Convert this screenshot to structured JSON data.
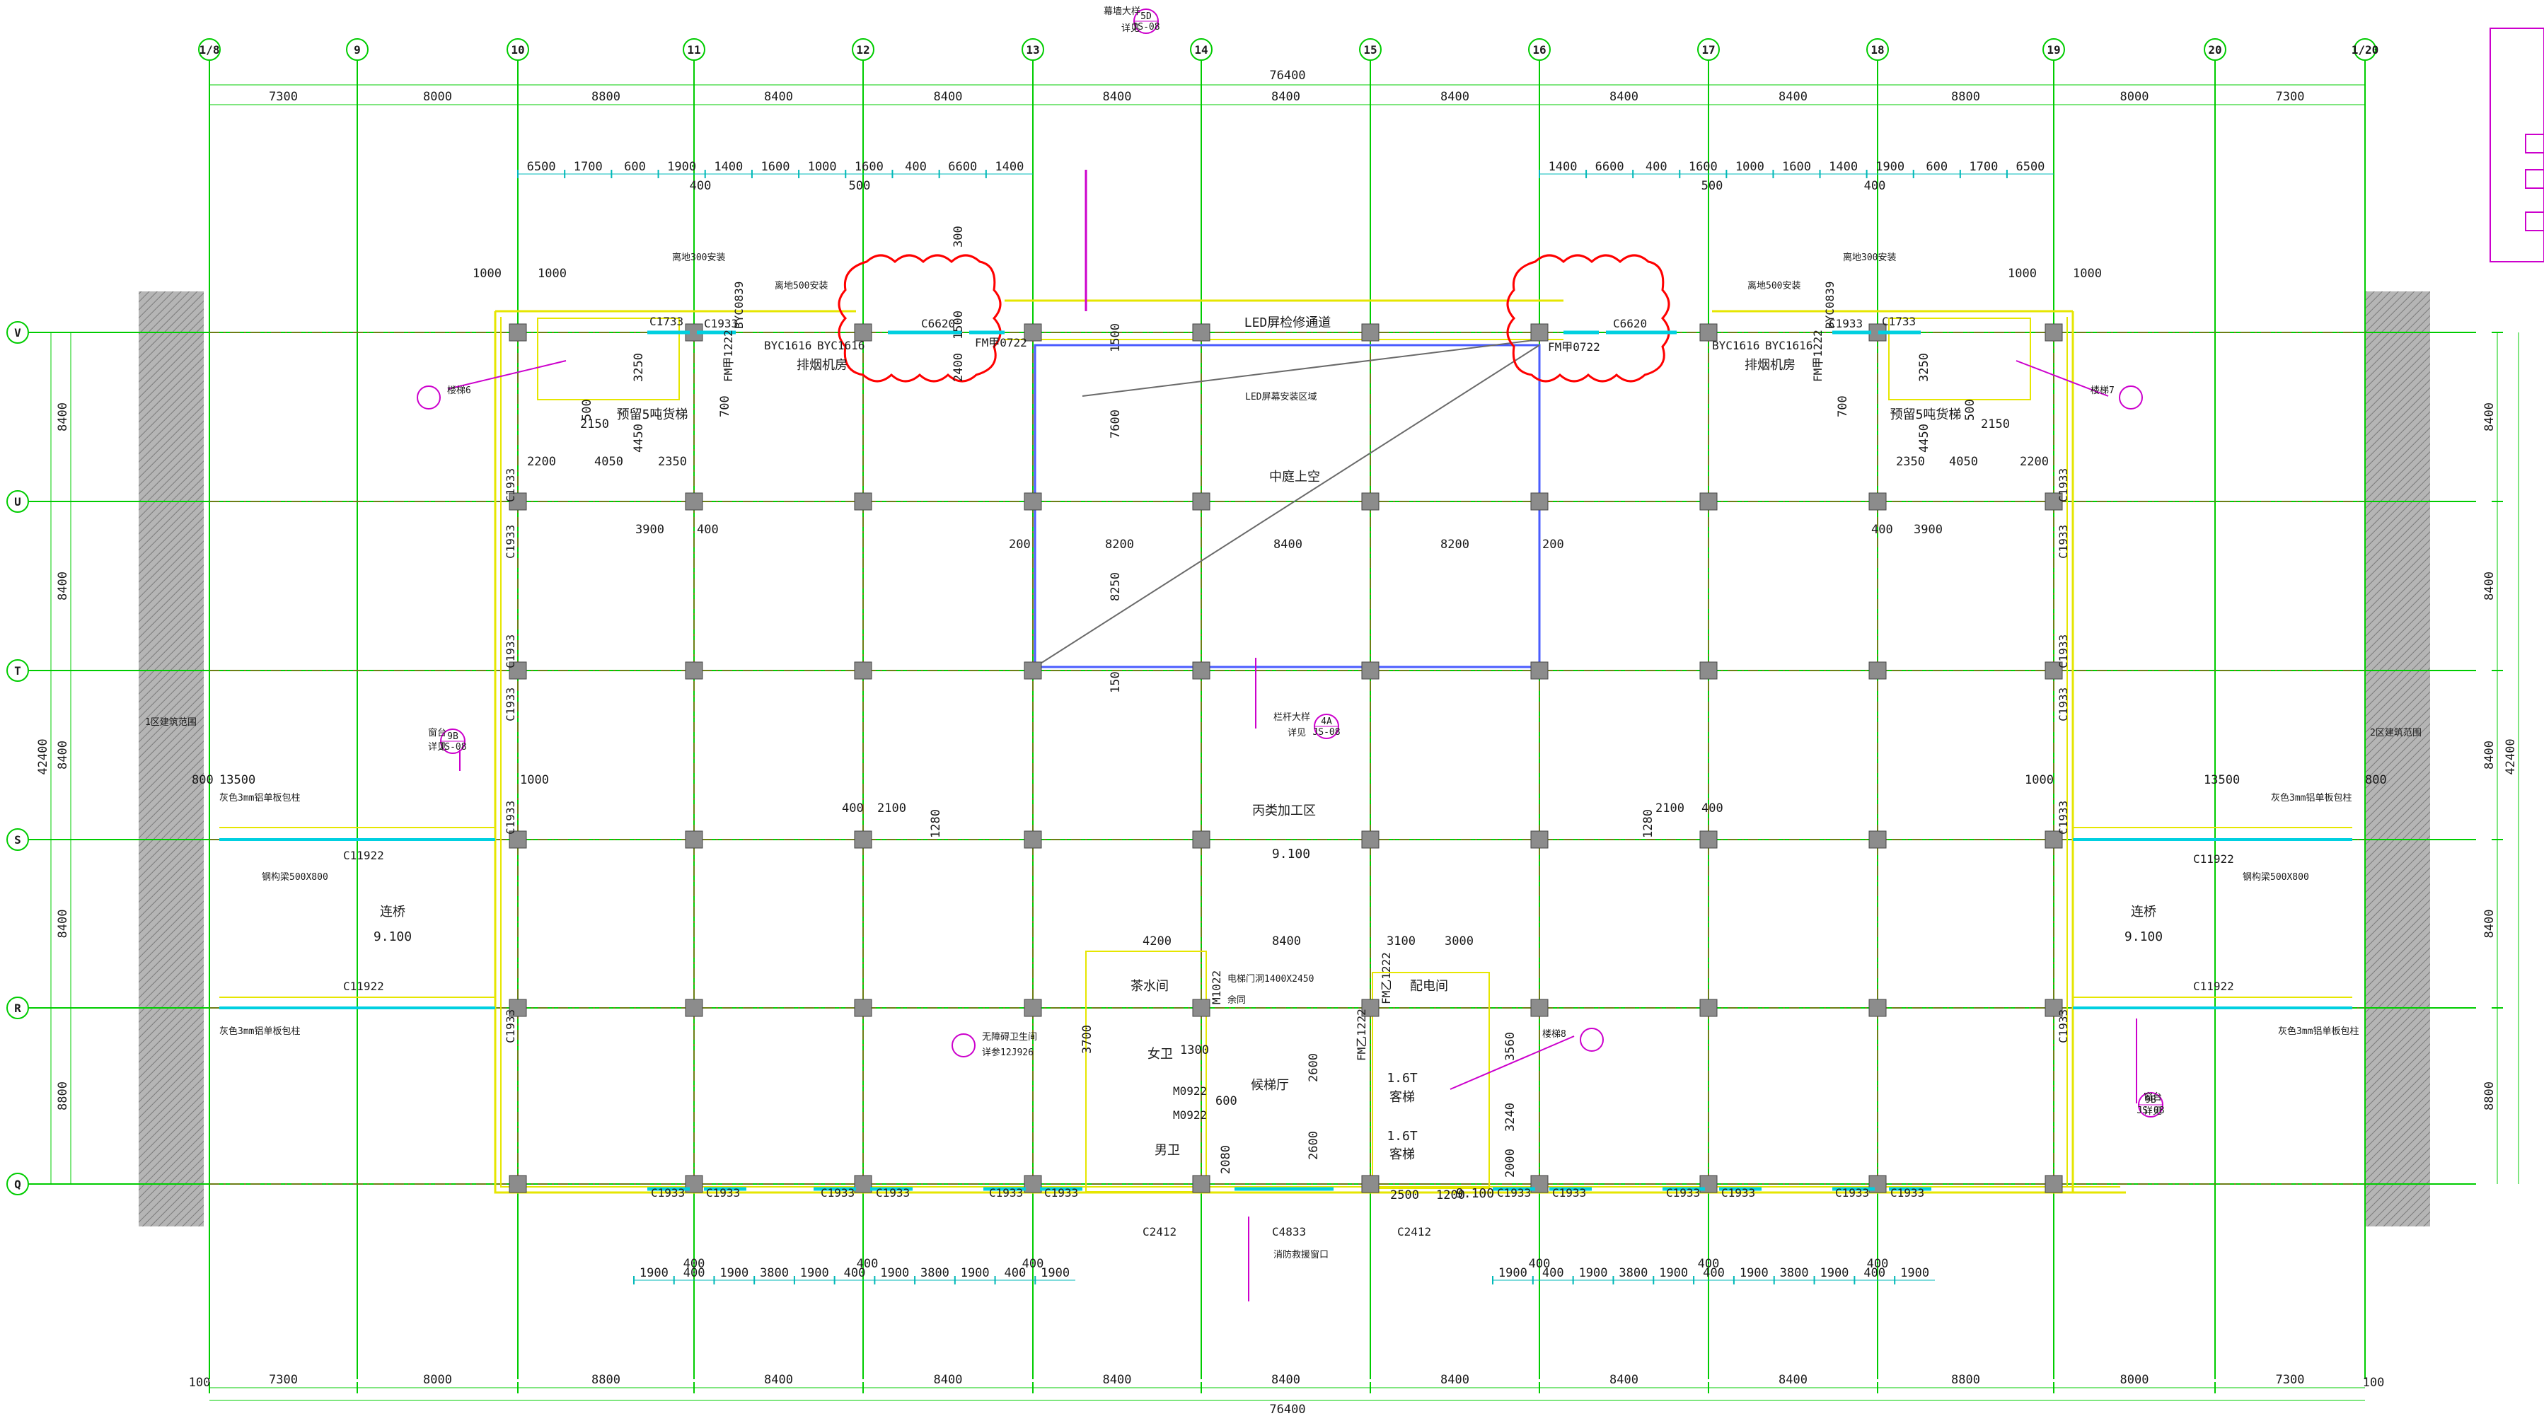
{
  "colors": {
    "grid_line": "#00cc00",
    "wall": "#e6e600",
    "axis_red": "#d9302b",
    "dimension": "#00b8b8",
    "column": "#8c8c8c",
    "cloud": "#ff0000",
    "magenta": "#cc00cc",
    "blue": "#4a5cff",
    "hatch": "#9a9a9a"
  },
  "columns": [
    "1/8",
    "9",
    "10",
    "11",
    "12",
    "13",
    "14",
    "15",
    "16",
    "17",
    "18",
    "19",
    "20",
    "1/20"
  ],
  "rows": [
    "V",
    "U",
    "T",
    "S",
    "R",
    "Q"
  ],
  "top_spans": [
    "7300",
    "8000",
    "8800",
    "8400",
    "8400",
    "8400",
    "8400",
    "8400",
    "8400",
    "8400",
    "8800",
    "8000",
    "7300"
  ],
  "bottom_spans": [
    "7300",
    "8000",
    "8800",
    "8400",
    "8400",
    "8400",
    "8400",
    "8400",
    "8400",
    "8400",
    "8800",
    "8000",
    "7300"
  ],
  "overall_top": "76400",
  "overall_bottom": "76400",
  "bottom_edge_dims": [
    "100",
    "100"
  ],
  "left_spans": [
    "8400",
    "8400",
    "8400",
    "8400",
    "8800"
  ],
  "right_spans": [
    "8400",
    "8400",
    "8400",
    "8400",
    "8800"
  ],
  "overall_left": "42400",
  "overall_right": "42400",
  "top_detail_left": [
    "6500",
    "1700",
    "600",
    "1900",
    "1400",
    "1600",
    "1000",
    "1600",
    "400",
    "6600",
    "1400"
  ],
  "top_detail_left_sub": [
    "400",
    "500"
  ],
  "top_detail_right": [
    "1400",
    "6600",
    "400",
    "1600",
    "1000",
    "1600",
    "1400",
    "1900",
    "600",
    "1700",
    "6500"
  ],
  "top_detail_right_sub": [
    "500",
    "400"
  ],
  "bottom_detail_left": [
    "1900",
    "400",
    "1900",
    "3800",
    "1900",
    "400",
    "1900",
    "3800",
    "1900",
    "400",
    "1900"
  ],
  "bottom_detail_right": [
    "1900",
    "400",
    "1900",
    "3800",
    "1900",
    "400",
    "1900",
    "3800",
    "1900",
    "400",
    "1900"
  ],
  "bottom_detail_sub": [
    "400",
    "400",
    "400",
    "400",
    "400",
    "400"
  ],
  "rooms": {
    "led_corridor": "LED屏检修通道",
    "led_install": "LED屏幕安装区域",
    "atrium": "中庭上空",
    "processing": "丙类加工区",
    "processing_level": "9.100",
    "bridge_left": "连桥",
    "bridge_left_level": "9.100",
    "bridge_right": "连桥",
    "bridge_right_level": "9.100",
    "exhaust_left": "排烟机房",
    "exhaust_right": "排烟机房",
    "freight_left": "预留5吨货梯",
    "freight_right": "预留5吨货梯",
    "tea": "茶水间",
    "female_wc": "女卫",
    "male_wc": "男卫",
    "lift_hall": "候梯厅",
    "elec": "配电间",
    "lift1": "1.6T",
    "lift1b": "客梯",
    "lift2": "1.6T",
    "lift2b": "客梯",
    "lift_level": "9.100",
    "zone_left": "1区建筑范围",
    "zone_right": "2区建筑范围"
  },
  "windows": {
    "c1733": "C1733",
    "c1933": "C1933",
    "c6620": "C6620",
    "fm0722": "FM甲0722",
    "fm1222": "FM甲1222",
    "byc1616": "BYC1616",
    "byc0839": "BYC0839",
    "c11922": "C11922",
    "c2412": "C2412",
    "c4833": "C4833",
    "m1022": "M1022",
    "m0922": "M0922",
    "fm_z1222": "FM乙1222"
  },
  "notes": {
    "high_300": "离地300安装",
    "high_500": "离地500安装",
    "stair_left": "楼梯6",
    "stair_right": "楼梯7",
    "stair_center": "楼梯8",
    "gray_fin": "灰色3mm铝单板包柱",
    "steel_beam": "钢构梁500X800",
    "elec_door": "电梯门洞1400X2450",
    "elec_door_b": "余同",
    "wc_detail": "无障碍卫生间",
    "wc_detail_b": "详参12J926",
    "fire_window": "消防救援窗口",
    "top_detail": "幕墙大样",
    "top_detail_b": "详见",
    "railing": "栏杆大样",
    "railing_b": "详见",
    "balcony": "窗台",
    "balcony_b": "详见"
  },
  "bubbles": {
    "b5d": "5D",
    "b4a": "4A",
    "b9b": "9B",
    "b9b2": "9B",
    "sheet": "JS-08"
  },
  "misc_dims": {
    "d1000": "1000",
    "d700": "700",
    "d2150": "2150",
    "d2200": "2200",
    "d4050": "4050",
    "d2350": "2350",
    "d3900": "3900",
    "d400": "400",
    "d200": "200",
    "d3250": "3250",
    "d4450": "4450",
    "d500": "500",
    "d2400": "2400",
    "d1500": "1500",
    "d300": "300",
    "d7600": "7600",
    "d8250": "8250",
    "d8200": "8200",
    "d8400": "8400",
    "d150": "150",
    "d13500": "13500",
    "d800": "800",
    "d2100": "2100",
    "d1280": "1280",
    "d4200": "4200",
    "d3100": "3100",
    "d3000": "3000",
    "d3560": "3560",
    "d3240": "3240",
    "d2000": "2000",
    "d2500": "2500",
    "d1200": "1200",
    "d2600": "2600",
    "d600": "600",
    "d3700": "3700",
    "d1300": "1300",
    "d2080": "2080"
  }
}
